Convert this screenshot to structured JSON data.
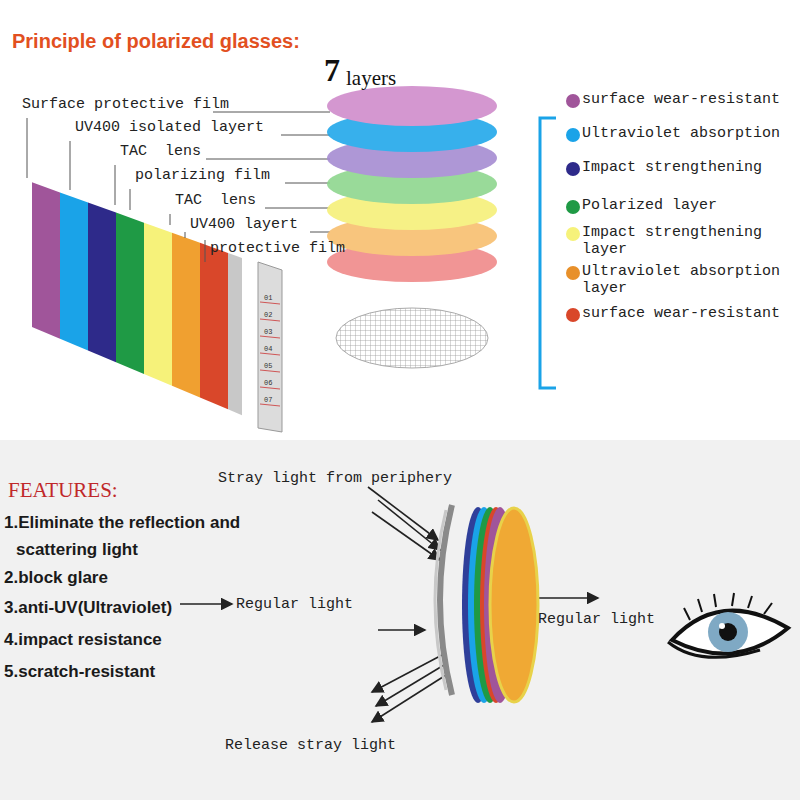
{
  "diagram": {
    "title": "Principle of polarized glasses:",
    "labels": [
      "7",
      "layers",
      "Surface protective film",
      "UV400 isolated layert",
      "TAC  lens",
      "polarizing film",
      "TAC  lens",
      "UV400 layert",
      "protective film",
      "01",
      "02",
      "03",
      "04",
      "05",
      "06",
      "07",
      "FEATURES:",
      "1.Eliminate the reflection and scattering light",
      "2.block glare",
      "3.anti-UV(Ultraviolet)",
      "4.impact resistance",
      "5.scratch-resistant",
      "Stray light from periphery",
      "Regular light",
      "Regular light",
      "Release stray light"
    ],
    "legend": [
      {
        "text": "surface wear-resistant",
        "color": "#a0559a"
      },
      {
        "text": "Ultraviolet absorption",
        "color": "#1aa3e8"
      },
      {
        "text": "Impact strengthening",
        "color": "#2e2a8a"
      },
      {
        "text": "Polarized layer",
        "color": "#1f9a45"
      },
      {
        "text": "Impact strengthening layer",
        "color": "#f6f27a"
      },
      {
        "text": "Ultraviolet absorption layer",
        "color": "#e8902a"
      },
      {
        "text": "surface wear-resistant",
        "color": "#d9472a"
      }
    ]
  }
}
